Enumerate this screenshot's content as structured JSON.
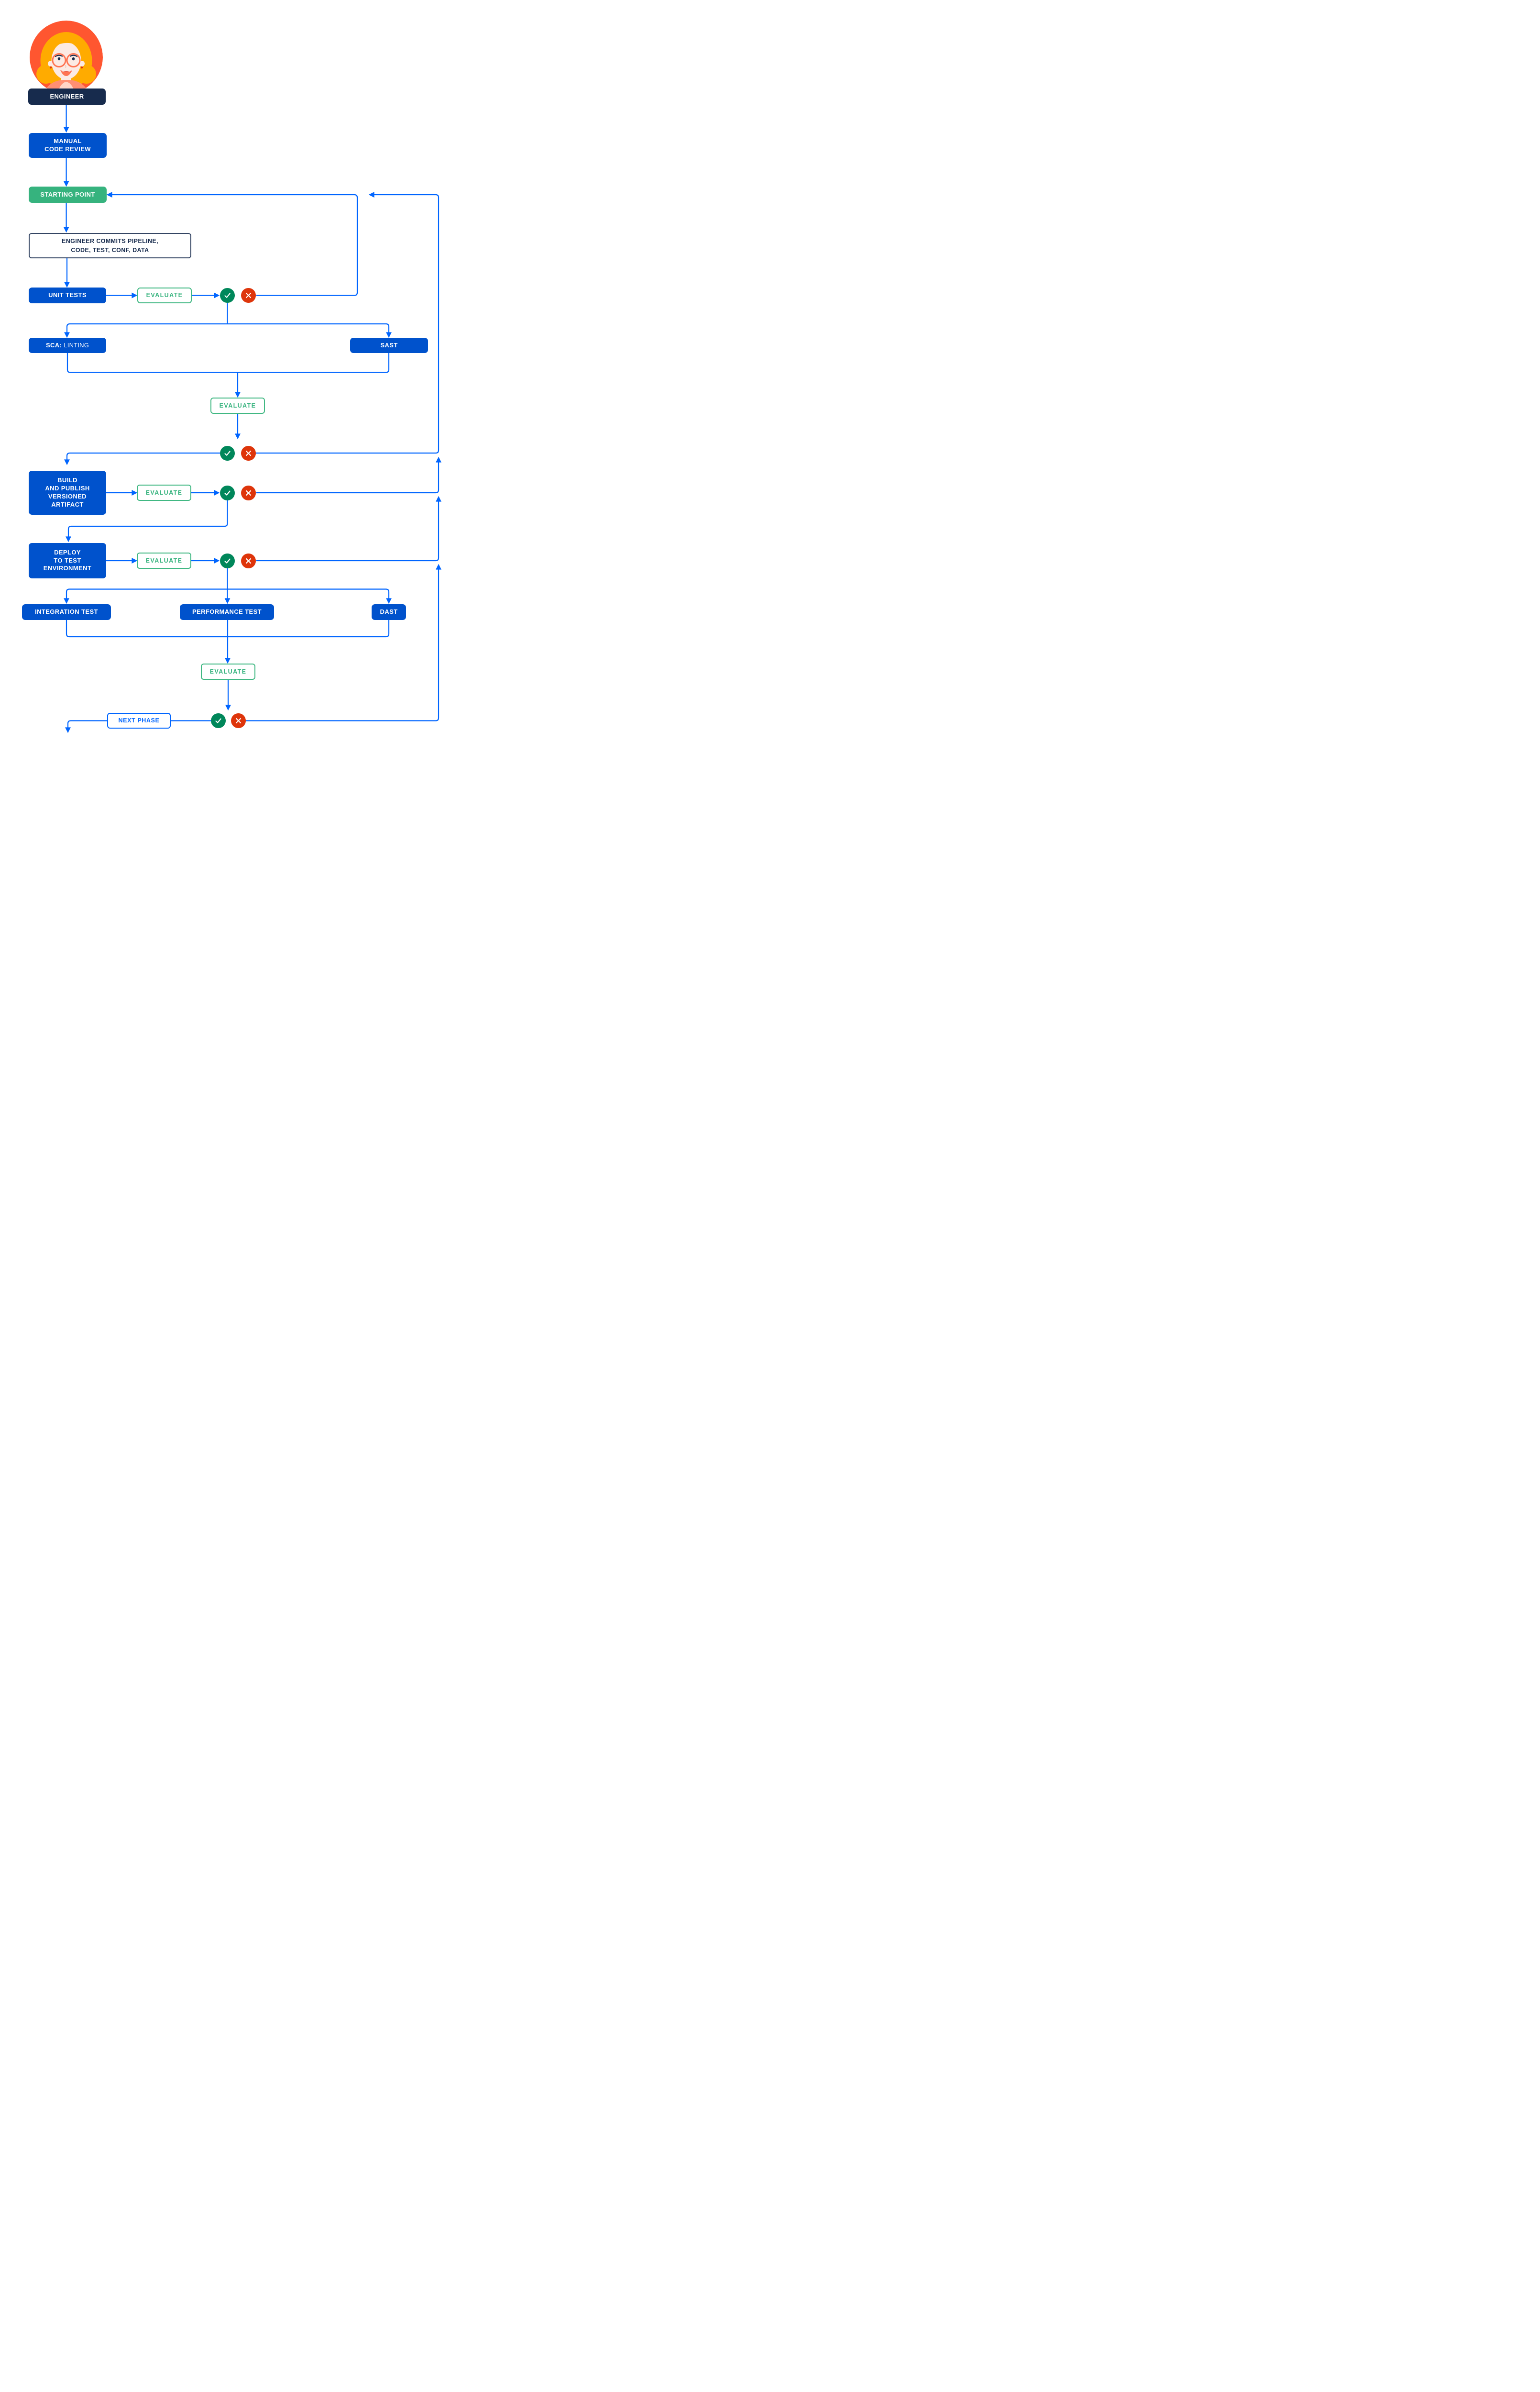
{
  "diagram_title": "Engineer CI/CD pipeline flowchart",
  "avatar": {
    "role": "engineer-illustration"
  },
  "flow": {
    "role": "ENGINEER",
    "manual_code_review": "MANUAL\nCODE REVIEW",
    "starting_point": "STARTING POINT",
    "commit": "ENGINEER COMMITS PIPELINE,\nCODE, TEST, CONF, DATA",
    "unit_tests": "UNIT TESTS",
    "evaluate": "EVALUATE",
    "sca_bold": "SCA:",
    "sca_regular": "LINTING",
    "sast": "SAST",
    "build": "BUILD\nAND PUBLISH\nVERSIONED\nARTIFACT",
    "deploy": "DEPLOY\nTO TEST\nENVIRONMENT",
    "integration_test": "INTEGRATION TEST",
    "performance_test": "PERFORMANCE TEST",
    "dast": "DAST",
    "next_phase": "NEXT PHASE"
  },
  "icons": {
    "pass": "check-icon",
    "fail": "x-icon"
  },
  "colors": {
    "connector": "#0065FF",
    "box_blue": "#0052CC",
    "box_navy": "#172B4D",
    "box_green": "#36B37E",
    "evaluate_green": "#41B883",
    "pass_green": "#00875A",
    "fail_red": "#DE350B",
    "outline_navy": "#344563",
    "avatar_background": "#FF5630",
    "avatar_hair": "#FFAB00",
    "avatar_skin": "#FCEAE3",
    "avatar_accent": "#FF7452"
  }
}
